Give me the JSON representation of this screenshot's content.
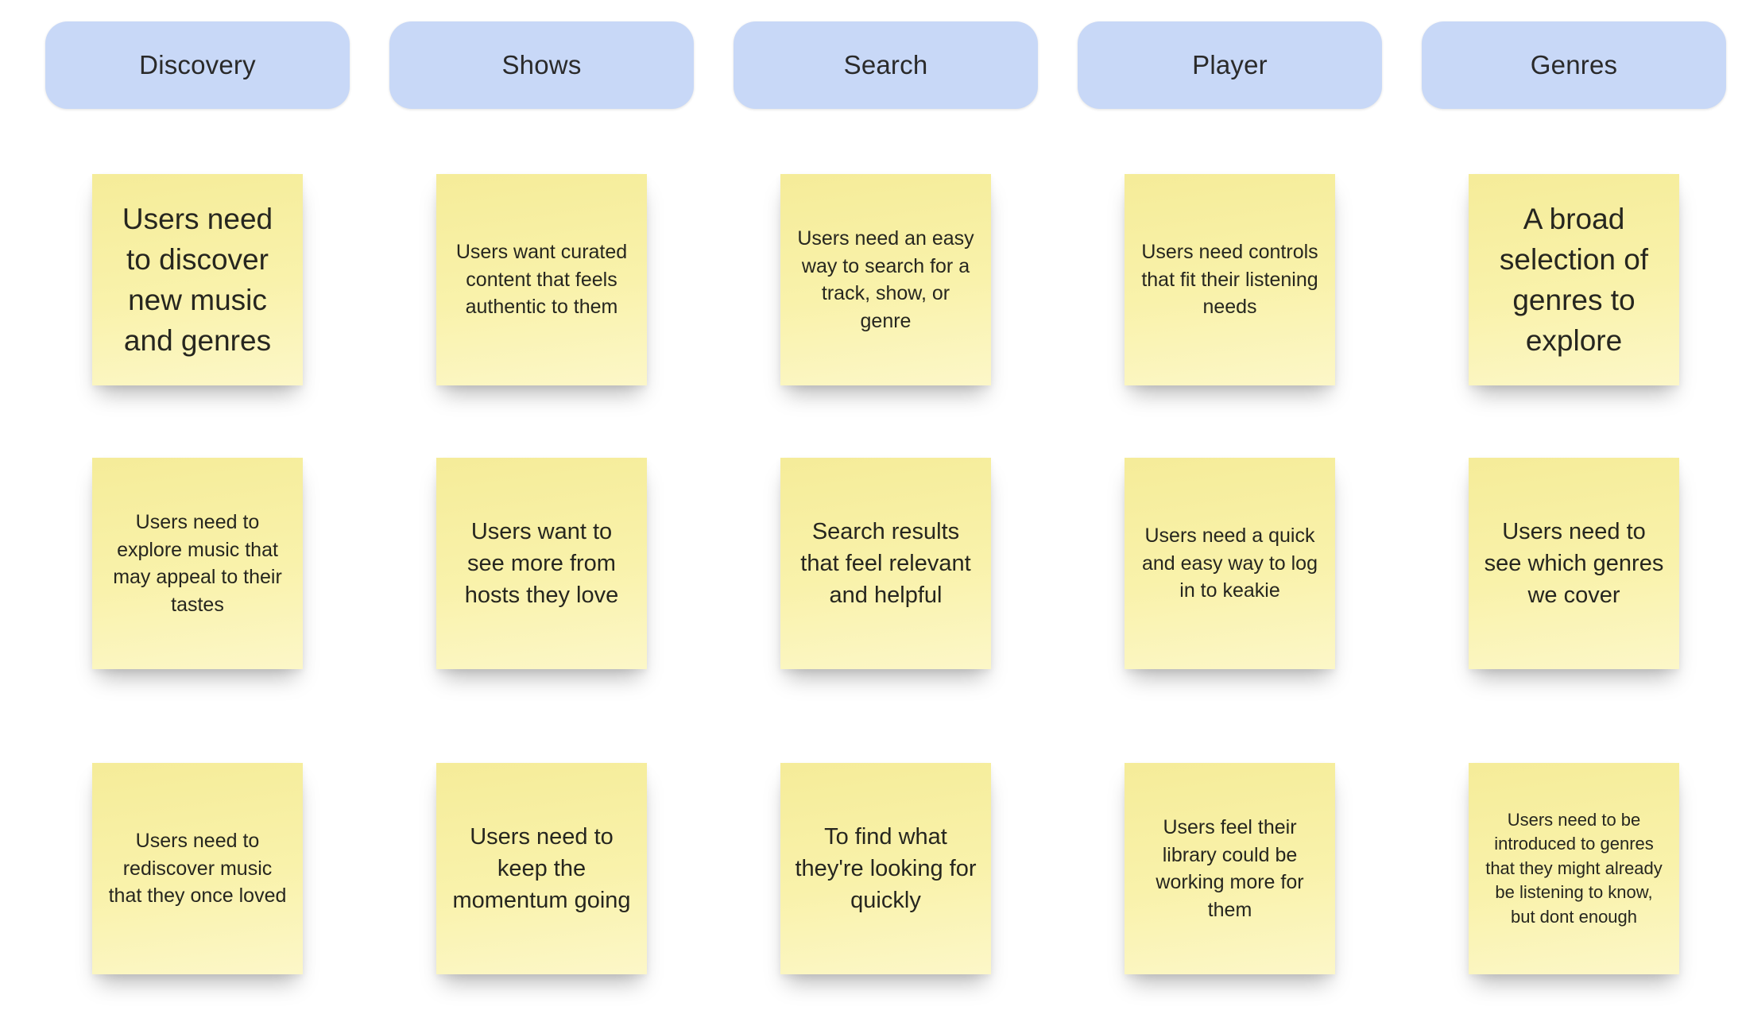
{
  "board": {
    "columns": [
      {
        "title": "Discovery",
        "notes": [
          {
            "text": "Users need to discover new music and genres",
            "text_size": "xl"
          },
          {
            "text": "Users need to explore music that may appeal to their tastes",
            "text_size": "md"
          },
          {
            "text": "Users need to rediscover music that they once loved",
            "text_size": "md"
          }
        ]
      },
      {
        "title": "Shows",
        "notes": [
          {
            "text": "Users want curated content that feels authentic to them",
            "text_size": "md"
          },
          {
            "text": "Users want to see more from hosts they love",
            "text_size": "lg"
          },
          {
            "text": "Users need to keep the momentum going",
            "text_size": "lg"
          }
        ]
      },
      {
        "title": "Search",
        "notes": [
          {
            "text": "Users need an easy way to search for a track, show, or genre",
            "text_size": "md"
          },
          {
            "text": "Search results that feel relevant and helpful",
            "text_size": "lg"
          },
          {
            "text": "To find what they're looking for quickly",
            "text_size": "lg"
          }
        ]
      },
      {
        "title": "Player",
        "notes": [
          {
            "text": "Users need controls that fit their listening needs",
            "text_size": "md"
          },
          {
            "text": "Users need a quick and easy way to log in to keakie",
            "text_size": "md"
          },
          {
            "text": "Users feel their library could be working more for them",
            "text_size": "md"
          }
        ]
      },
      {
        "title": "Genres",
        "notes": [
          {
            "text": "A broad selection of genres to explore",
            "text_size": "xl"
          },
          {
            "text": "Users need to see which genres we cover",
            "text_size": "lg"
          },
          {
            "text": "Users need to be introduced to genres that they might already be listening to know, but dont enough",
            "text_size": "xs"
          }
        ]
      }
    ]
  },
  "colors": {
    "board_bg": "#ffffff",
    "header_bg": "#c8d8f7",
    "header_text": "#2a2a2a",
    "note_bg_top": "#f5ec99",
    "note_bg_bottom": "#fcf7c8",
    "note_text": "#26261f"
  }
}
